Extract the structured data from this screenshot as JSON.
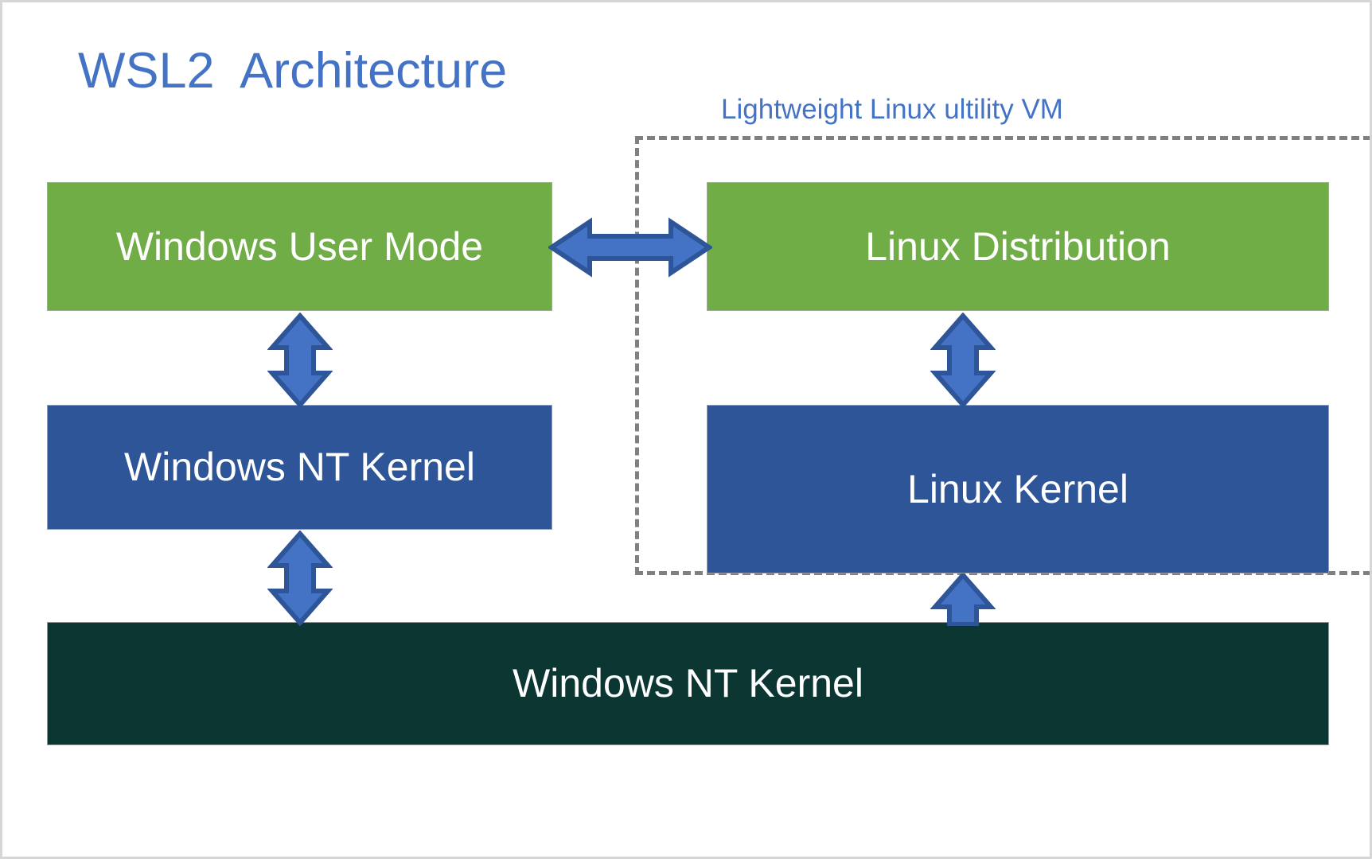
{
  "diagram": {
    "title": "WSL2  Architecture",
    "vm_label": "Lightweight Linux ultility VM",
    "boxes": {
      "windows_user_mode": "Windows User Mode",
      "linux_distribution": "Linux Distribution",
      "windows_nt_kernel": "Windows NT Kernel",
      "linux_kernel": "Linux Kernel",
      "hypervisor_kernel": "Windows NT Kernel"
    },
    "colors": {
      "title_blue": "#4472C4",
      "green_box": "#70AD47",
      "blue_box": "#2E5597",
      "teal_box": "#0B3632",
      "arrow_fill": "#4472C4",
      "arrow_stroke": "#2E5597",
      "dashed_border": "#808080",
      "frame_border": "#D6D6D6",
      "box_text": "#FFFFFF"
    },
    "connectors": [
      {
        "name": "user-mode-to-linux-distribution",
        "orientation": "horizontal",
        "double_headed": true
      },
      {
        "name": "windows-user-mode-to-nt-kernel",
        "orientation": "vertical",
        "double_headed": true
      },
      {
        "name": "linux-distribution-to-linux-kernel",
        "orientation": "vertical",
        "double_headed": true
      },
      {
        "name": "windows-nt-kernel-to-hypervisor",
        "orientation": "vertical",
        "double_headed": true
      },
      {
        "name": "linux-kernel-to-hypervisor",
        "orientation": "vertical",
        "double_headed": true
      }
    ]
  }
}
